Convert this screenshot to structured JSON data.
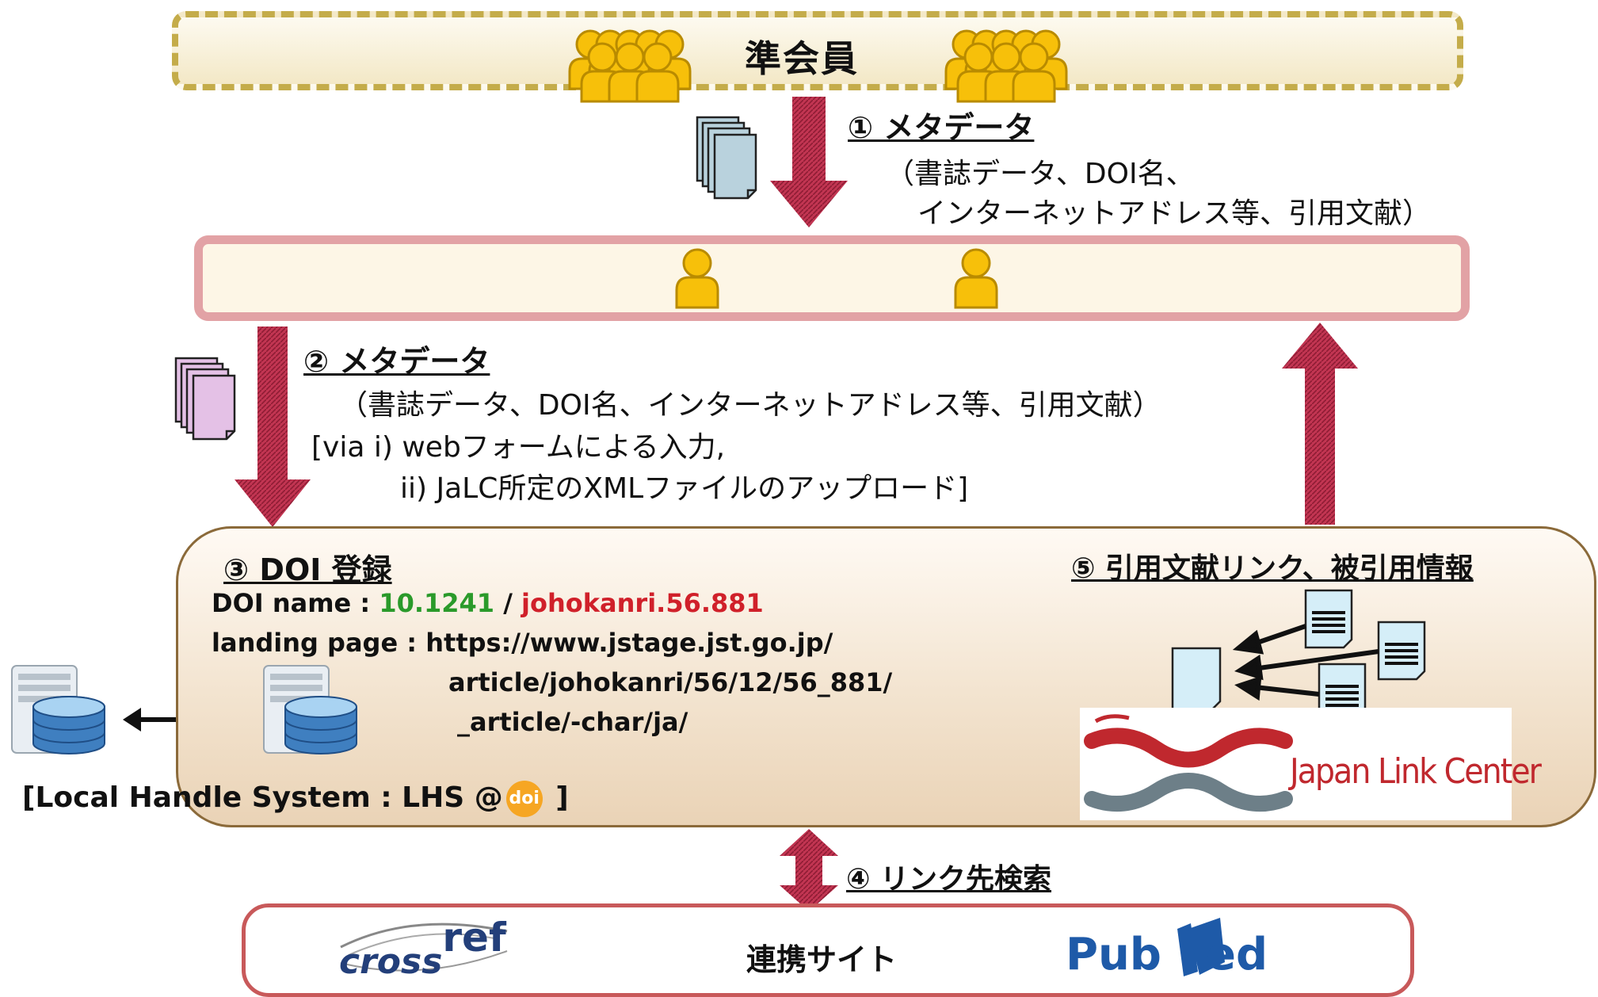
{
  "top": {
    "title": "準会員"
  },
  "step1": {
    "heading": "① メタデータ",
    "line1": "（書誌データ、DOI名、",
    "line2": "インターネットアドレス等、引用文献）"
  },
  "step2": {
    "heading": "② メタデータ",
    "line1": "（書誌データ、DOI名、インターネットアドレス等、引用文献）",
    "line2": "[via  i) webフォームによる入力,",
    "line3": "ii) JaLC所定のXMLファイルのアップロード]"
  },
  "step3": {
    "heading": "③ DOI 登録",
    "doi_label": "DOI name : ",
    "doi_prefix": "10.1241",
    "doi_sep": " / ",
    "doi_suffix": "johokanri.56.881",
    "landing_label": "landing page : https://www.jstage.jst.go.jp/",
    "landing_line2": "article/johokanri/56/12/56_881/",
    "landing_line3": "_article/-char/ja/",
    "lhs_label": "[Local Handle System : LHS @",
    "lhs_close": " ]",
    "doi_badge": "doi"
  },
  "step4": {
    "heading": "④ リンク先検索"
  },
  "step5": {
    "heading": "⑤ 引用文献リンク、被引用情報"
  },
  "logos": {
    "jalc_text": "Japan Link Center",
    "crossref": "cross",
    "crossref_sup": "ref",
    "pubmed_a": "Pub",
    "pubmed_b": "ed"
  },
  "bottom": {
    "title": "連携サイト"
  },
  "colors": {
    "arrow": "#b5304a",
    "person": "#f7c00a",
    "doi_prefix": "#2a9a2a",
    "doi_suffix": "#d0202a",
    "jalc_red": "#c0282e",
    "jalc_gray": "#6d7f88",
    "pubmed_blue": "#1e5aa8"
  }
}
